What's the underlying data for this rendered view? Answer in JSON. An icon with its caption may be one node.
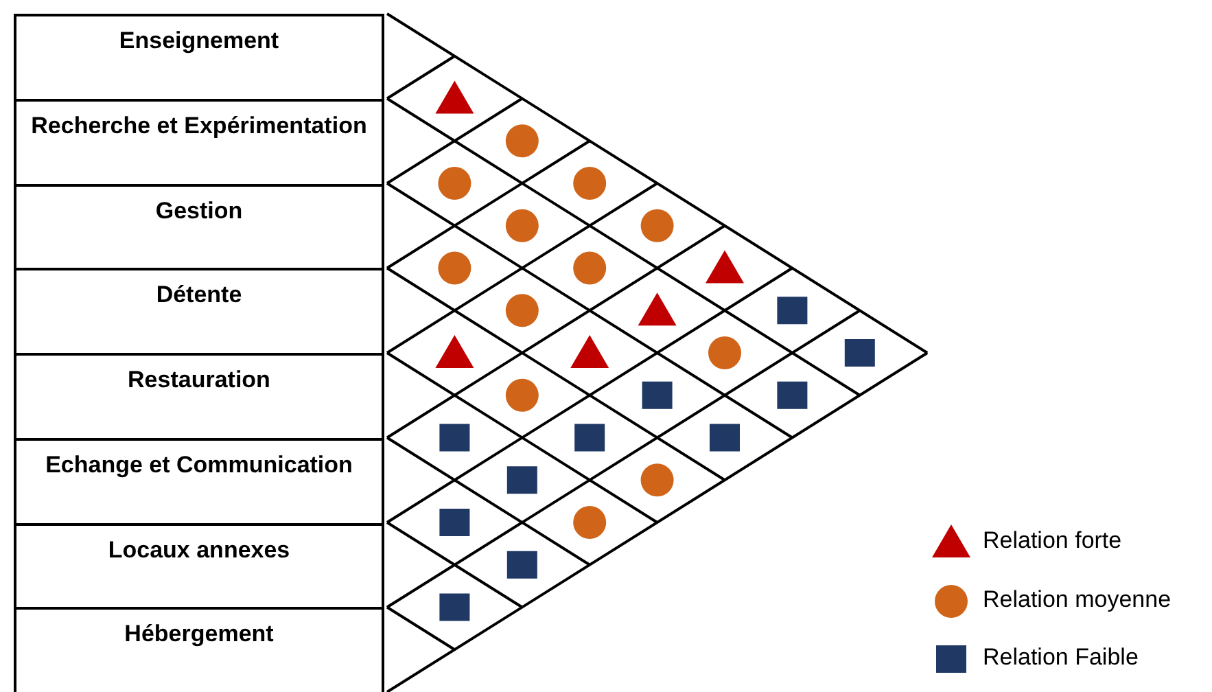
{
  "diagram": {
    "nodes": [
      {
        "text": [
          "Enseignement"
        ]
      },
      {
        "text": [
          "Recherche et Expérimentation"
        ]
      },
      {
        "text": [
          "Gestion"
        ]
      },
      {
        "text": [
          "Détente"
        ]
      },
      {
        "text": [
          "Restauration"
        ]
      },
      {
        "text": [
          "Echange et Communication"
        ]
      },
      {
        "text": [
          "Locaux annexes"
        ]
      },
      {
        "text": [
          "Hébergement"
        ]
      },
      {
        "text": [],
        "shape": "triangle"
      },
      {
        "text": [],
        "shape": "circle"
      },
      {
        "text": [],
        "shape": "circle"
      },
      {
        "text": [],
        "shape": "circle"
      },
      {
        "text": [],
        "shape": "circle"
      },
      {
        "text": [],
        "shape": "circle"
      },
      {
        "text": [],
        "shape": "triangle"
      },
      {
        "text": [],
        "shape": "circle"
      },
      {
        "text": [],
        "shape": "circle"
      },
      {
        "text": [],
        "shape": "box"
      },
      {
        "text": [],
        "shape": "triangle"
      },
      {
        "text": [],
        "shape": "circle"
      },
      {
        "text": [],
        "shape": "box"
      },
      {
        "text": [],
        "shape": "circle"
      },
      {
        "text": [],
        "shape": "triangle"
      },
      {
        "text": [],
        "shape": "triangle"
      },
      {
        "text": [],
        "shape": "box"
      },
      {
        "text": [],
        "shape": "box"
      },
      {
        "text": [],
        "shape": "circle"
      },
      {
        "text": [],
        "shape": "box"
      },
      {
        "text": [],
        "shape": "box"
      },
      {
        "text": [],
        "shape": "box"
      },
      {
        "text": [],
        "shape": "box"
      },
      {
        "text": [],
        "shape": "circle"
      },
      {
        "text": [],
        "shape": "box"
      },
      {
        "text": [],
        "shape": "circle"
      },
      {
        "text": [],
        "shape": "box"
      },
      {
        "text": [],
        "shape": "box"
      }
    ],
    "edges": [],
    "legend": [
      {
        "text": "Relation forte"
      },
      {
        "text": "Relation moyenne"
      },
      {
        "text": "Relation Faible"
      }
    ]
  }
}
